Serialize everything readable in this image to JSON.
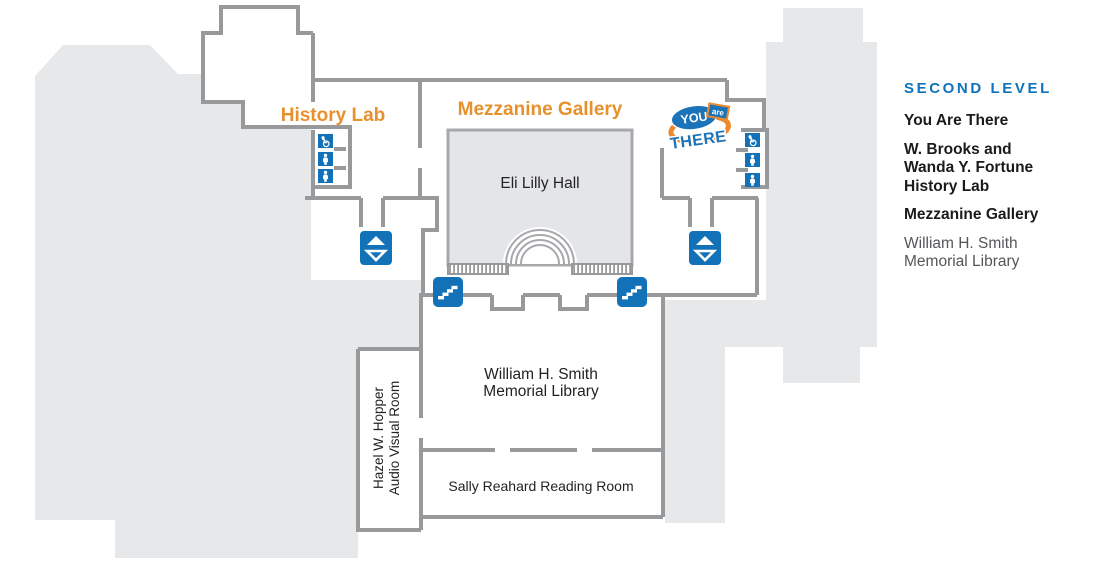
{
  "legend": {
    "title": "SECOND LEVEL",
    "items": [
      {
        "lines": [
          "You Are There"
        ],
        "weight": "bold"
      },
      {
        "lines": [
          "W. Brooks and",
          "Wanda Y. Fortune",
          "History Lab"
        ],
        "weight": "bold"
      },
      {
        "lines": [
          "Mezzanine Gallery"
        ],
        "weight": "bold"
      },
      {
        "lines": [
          "William H. Smith",
          "Memorial Library"
        ],
        "weight": "regular"
      }
    ]
  },
  "map": {
    "areas": {
      "history_lab": "History Lab",
      "mezzanine_gallery": "Mezzanine Gallery",
      "eli_lilly_hall": "Eli Lilly Hall",
      "library_line1": "William H. Smith",
      "library_line2": "Memorial Library",
      "reading_room": "Sally Reahard Reading Room",
      "av_room_line1": "Hazel W. Hopper",
      "av_room_line2": "Audio Visual Room"
    },
    "you_are_there_logo": {
      "you": "YOU",
      "are": "are",
      "there": "THERE"
    },
    "icons": {
      "accessible_restroom": "accessible-restroom-icon",
      "restroom": "restroom-icon",
      "elevator": "elevator-icon",
      "stairs": "stairs-icon"
    }
  },
  "colors": {
    "accent_orange": "#E8912C",
    "icon_blue": "#1372B7",
    "legend_blue": "#0D73BA",
    "logo_blue": "#1B73B8",
    "logo_orange": "#EE8A2E",
    "wall_gray": "#97999B",
    "footprint_gray": "#E7E8E9",
    "hall_fill": "#E4E5E7",
    "text_dark": "#232325",
    "text_gray": "#55565A"
  }
}
